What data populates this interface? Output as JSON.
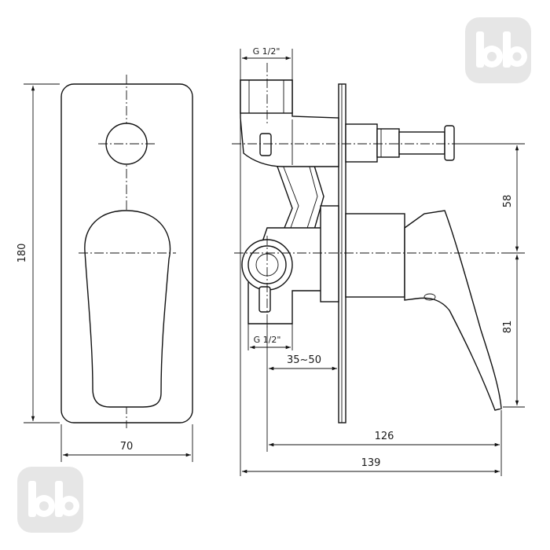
{
  "dimensions": {
    "front_width": "70",
    "front_height": "180",
    "thread_top": "G 1/2\"",
    "thread_bottom": "G 1/2\"",
    "install_depth": "35~50",
    "handle_rise": "58",
    "handle_drop": "81",
    "reach_from_wall": "126",
    "overall_depth": "139"
  },
  "watermark": {
    "text": "bb",
    "icon": "bb-logo-icon",
    "color": "#e6e6e6"
  }
}
